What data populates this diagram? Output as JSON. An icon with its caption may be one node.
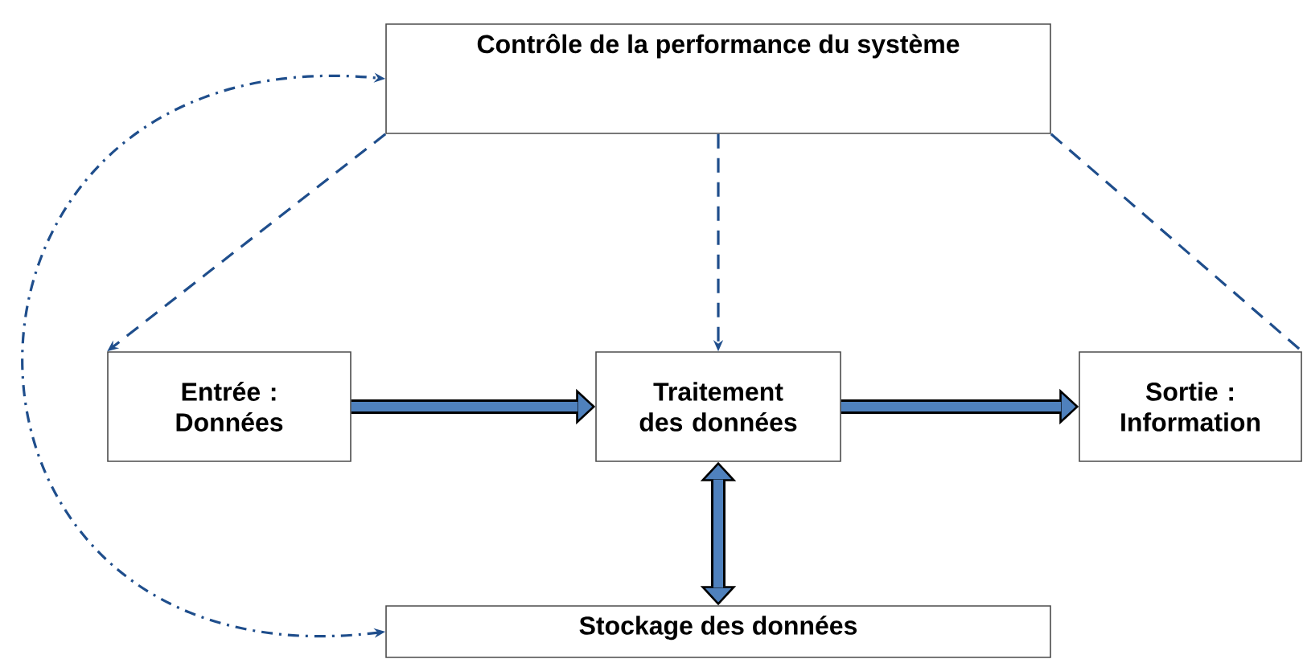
{
  "diagram": {
    "nodes": [
      {
        "text": [
          "Contrôle de la performance du système"
        ]
      },
      {
        "text": [
          "Entrée : Données"
        ]
      },
      {
        "text": [
          "Traitement des données"
        ]
      },
      {
        "text": [
          "Sortie : Information"
        ]
      },
      {
        "text": [
          "Stockage des données"
        ]
      }
    ],
    "edges": [
      {
        "from": 0,
        "to": 1,
        "arrow": "to",
        "style": "dashed",
        "color": "#1f4e8c"
      },
      {
        "from": 0,
        "to": 2,
        "arrow": "to",
        "style": "dashed",
        "color": "#1f4e8c"
      },
      {
        "from": 0,
        "to": 3,
        "arrow": "none",
        "style": "dashed",
        "color": "#1f4e8c"
      },
      {
        "from": 1,
        "to": 2,
        "arrow": "to",
        "style": "thick",
        "color": "#4f81bd"
      },
      {
        "from": 2,
        "to": 3,
        "arrow": "to",
        "style": "thick",
        "color": "#4f81bd"
      },
      {
        "from": 2,
        "to": 4,
        "arrow": "both",
        "style": "thick",
        "color": "#4f81bd"
      },
      {
        "from": 4,
        "to": 0,
        "arrow": "both",
        "style": "dashed",
        "color": "#1f4e8c"
      }
    ]
  }
}
